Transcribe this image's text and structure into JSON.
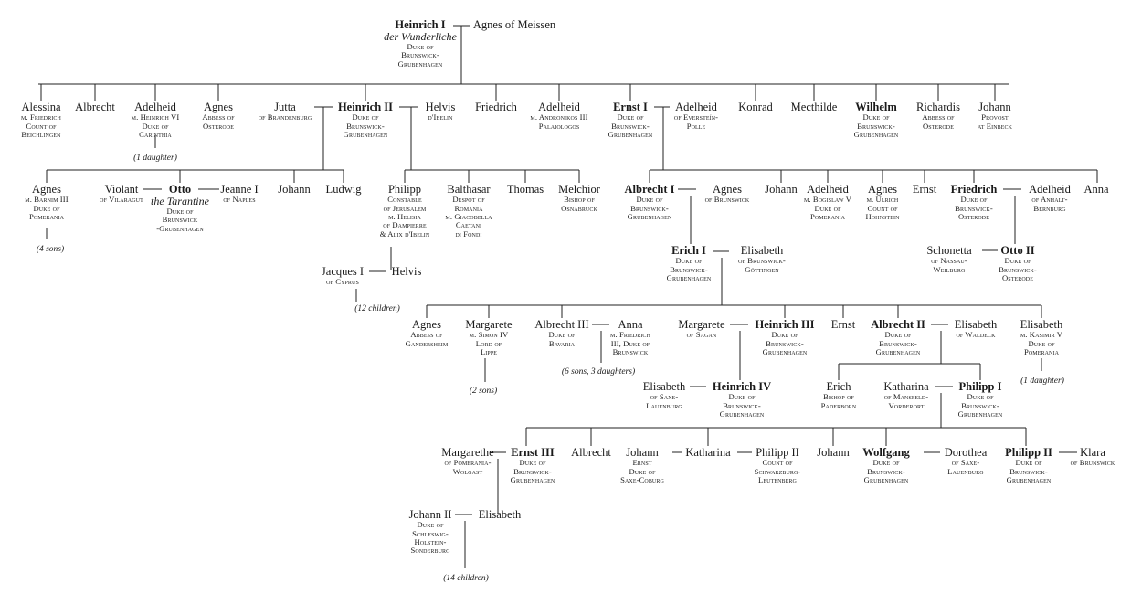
{
  "people": {
    "heinrich1": {
      "name": "Heinrich I",
      "epithet": "der Wunderliche",
      "title": [
        "Duke of",
        "Brunswick-",
        "Grubenhagen"
      ]
    },
    "agnes_meissen": {
      "name": "Agnes of Meissen"
    },
    "alessina": {
      "name": "Alessina",
      "title": [
        "m. Friedrich",
        "Count of",
        "Beichlingen"
      ]
    },
    "albrecht_a": {
      "name": "Albrecht"
    },
    "adelheid_a": {
      "name": "Adelheid",
      "title": [
        "m. Heinrich VI",
        "Duke of",
        "Carinthia"
      ]
    },
    "agnes_ost": {
      "name": "Agnes",
      "title": [
        "Abbess of",
        "Osterode"
      ]
    },
    "jutta": {
      "name": "Jutta",
      "title": [
        "of Brandenburg"
      ]
    },
    "heinrich2": {
      "name": "Heinrich II",
      "title": [
        "Duke of",
        "Brunswick-",
        "Grubenhagen"
      ]
    },
    "helvis_ib": {
      "name": "Helvis",
      "title": [
        "d'Ibelin"
      ]
    },
    "friedrich_a": {
      "name": "Friedrich"
    },
    "adelheid_and": {
      "name": "Adelheid",
      "title": [
        "m. Andronikos III",
        "Palaiologos"
      ]
    },
    "ernst1": {
      "name": "Ernst I",
      "title": [
        "Duke of",
        "Brunswick-",
        "Grubenhagen"
      ]
    },
    "adelheid_ev": {
      "name": "Adelheid",
      "title": [
        "of Eversteín-",
        "Polle"
      ]
    },
    "konrad": {
      "name": "Konrad"
    },
    "mecthilde": {
      "name": "Mecthilde"
    },
    "wilhelm": {
      "name": "Wilhelm",
      "title": [
        "Duke of",
        "Brunswick-",
        "Grubenhagen"
      ]
    },
    "richardis": {
      "name": "Richardis",
      "title": [
        "Abbess of",
        "Osterode"
      ]
    },
    "johann_prov": {
      "name": "Johann",
      "title": [
        "Provost",
        "at Einbeck"
      ]
    },
    "agnes_barnim": {
      "name": "Agnes",
      "title": [
        "m. Barnim III",
        "Duke of",
        "Pomerania"
      ]
    },
    "violant": {
      "name": "Violant",
      "title": [
        "of Vilaragut"
      ]
    },
    "otto_tar": {
      "name": "Otto",
      "epithet": "the Tarantine",
      "title": [
        "Duke of",
        "Brunswick",
        "-Grubenhagen"
      ]
    },
    "jeanne1": {
      "name": "Jeanne I",
      "title": [
        "of Naples"
      ]
    },
    "johann_b": {
      "name": "Johann"
    },
    "ludwig": {
      "name": "Ludwig"
    },
    "philipp_jer": {
      "name": "Philipp",
      "title": [
        "Constable",
        "of Jerusalem",
        "m. Helisia",
        "of Dampierre",
        "& Alix d'Ibelin"
      ]
    },
    "balthasar": {
      "name": "Balthasar",
      "title": [
        "Despot of",
        "Romania",
        "m. Giacobella",
        "Caetani",
        "di Fondi"
      ]
    },
    "thomas": {
      "name": "Thomas"
    },
    "melchior": {
      "name": "Melchior",
      "title": [
        "Bishop of",
        "Osnabrück"
      ]
    },
    "jacques1": {
      "name": "Jacques I",
      "title": [
        "of Cyprus"
      ]
    },
    "helvis_c": {
      "name": "Helvis"
    },
    "albrecht1": {
      "name": "Albrecht I",
      "title": [
        "Duke of",
        "Brunswick-",
        "Grubenhagen"
      ]
    },
    "agnes_br": {
      "name": "Agnes",
      "title": [
        "of Brunswick"
      ]
    },
    "johann_c": {
      "name": "Johann"
    },
    "adelheid_bog": {
      "name": "Adelheid",
      "title": [
        "m. Bogislaw V",
        "Duke of",
        "Pomerania"
      ]
    },
    "agnes_ulr": {
      "name": "Agnes",
      "title": [
        "m. Ulrich",
        "Count of",
        "Hohnstein"
      ]
    },
    "ernst_b": {
      "name": "Ernst"
    },
    "friedrich_ost": {
      "name": "Friedrich",
      "title": [
        "Duke of",
        "Brunswick-",
        "Osterode"
      ]
    },
    "adelheid_anh": {
      "name": "Adelheid",
      "title": [
        "of Anhalt-",
        "Bernburg"
      ]
    },
    "anna_a": {
      "name": "Anna"
    },
    "schonetta": {
      "name": "Schonetta",
      "title": [
        "of Nassau-",
        "Weilburg"
      ]
    },
    "otto2": {
      "name": "Otto II",
      "title": [
        "Duke of",
        "Brunswick-",
        "Osterode"
      ]
    },
    "erich1": {
      "name": "Erich I",
      "title": [
        "Duke of",
        "Brunswick-",
        "Grubenhagen"
      ]
    },
    "elisabeth_goe": {
      "name": "Elisabeth",
      "title": [
        "of Brunswick-",
        "Göttingen"
      ]
    },
    "agnes_gan": {
      "name": "Agnes",
      "title": [
        "Abbess of",
        "Gandersheim"
      ]
    },
    "margarete_lip": {
      "name": "Margarete",
      "title": [
        "m. Simon IV",
        "Lord of",
        "Lippe"
      ]
    },
    "albrecht3": {
      "name": "Albrecht III",
      "title": [
        "Duke of",
        "Bavaria"
      ]
    },
    "anna_b": {
      "name": "Anna",
      "title": [
        "m. Friedrich",
        "III, Duke of",
        "Brunswick"
      ]
    },
    "margarete_sag": {
      "name": "Margarete",
      "title": [
        "of Sagan"
      ]
    },
    "heinrich3": {
      "name": "Heinrich III",
      "title": [
        "Duke of",
        "Brunswick-",
        "Grubenhagen"
      ]
    },
    "ernst_c": {
      "name": "Ernst"
    },
    "albrecht2": {
      "name": "Albrecht II",
      "title": [
        "Duke of",
        "Brunswick-",
        "Grubenhagen"
      ]
    },
    "elisabeth_wal": {
      "name": "Elisabeth",
      "title": [
        "of Waldeck"
      ]
    },
    "elisabeth_kas": {
      "name": "Elisabeth",
      "title": [
        "m. Kasimir V",
        "Duke of",
        "Pomerania"
      ]
    },
    "elisabeth_sax": {
      "name": "Elisabeth",
      "title": [
        "of Saxe-",
        "Lauenburg"
      ]
    },
    "heinrich4": {
      "name": "Heinrich IV",
      "title": [
        "Duke of",
        "Brunswick-",
        "Grubenhagen"
      ]
    },
    "erich_pad": {
      "name": "Erich",
      "title": [
        "Bishop of",
        "Paderborn"
      ]
    },
    "katharina_man": {
      "name": "Katharina",
      "title": [
        "of Mansfeld-",
        "Vorderort"
      ]
    },
    "philipp1": {
      "name": "Philipp I",
      "title": [
        "Duke of",
        "Brunswick-",
        "Grubenhagen"
      ]
    },
    "margarethe_pom": {
      "name": "Margarethe",
      "title": [
        "of Pomerania-",
        "Wolgast"
      ]
    },
    "ernst3": {
      "name": "Ernst III",
      "title": [
        "Duke of",
        "Brunswick-",
        "Grubenhagen"
      ]
    },
    "albrecht_d": {
      "name": "Albrecht"
    },
    "johann_ern": {
      "name": "Johann",
      "title": [
        "Ernst",
        "Duke of",
        "Saxe-Coburg"
      ]
    },
    "katharina_b": {
      "name": "Katharina"
    },
    "philipp2_sch": {
      "name": "Philipp II",
      "title": [
        "Count of",
        "Schwarzburg-",
        "Leutenberg"
      ]
    },
    "johann_d": {
      "name": "Johann"
    },
    "wolfgang": {
      "name": "Wolfgang",
      "title": [
        "Duke of",
        "Brunswick-",
        "Grubenhagen"
      ]
    },
    "dorothea": {
      "name": "Dorothea",
      "title": [
        "of Saxe-",
        "Lauenburg"
      ]
    },
    "philipp2": {
      "name": "Philipp II",
      "title": [
        "Duke of",
        "Brunswick-",
        "Grubenhagen"
      ]
    },
    "klara": {
      "name": "Klara",
      "title": [
        "of Brunswick"
      ]
    },
    "johann2": {
      "name": "Johann II",
      "title": [
        "Duke of",
        "Schleswig-",
        "Holstein-",
        "Sonderburg"
      ]
    },
    "elisabeth_sch": {
      "name": "Elisabeth"
    }
  },
  "notes": {
    "n_adelheid": "(1 daughter)",
    "n_agnes": "(4 sons)",
    "n_jacques": "(12 children)",
    "n_margarete": "(2 sons)",
    "n_anna": "(6 sons, 3 daughters)",
    "n_elisabeth": "(1 daughter)",
    "n_johann": "(14 children)"
  }
}
